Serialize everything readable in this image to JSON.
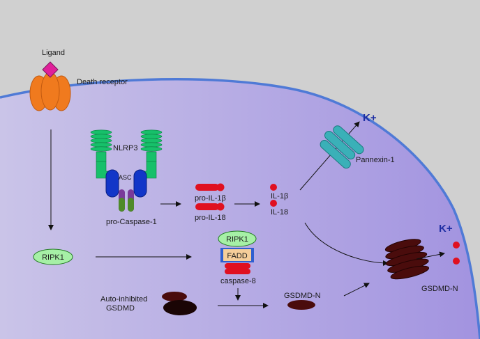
{
  "labels": {
    "ligand": "Ligand",
    "death_receptor": "Death receptor",
    "nlrp3": "NLRP3",
    "asc": "ASC",
    "pro_caspase1": "pro-Caspase-1",
    "pro_il1b": "pro-IL-1β",
    "pro_il18": "pro-IL-18",
    "il1b": "IL-1β",
    "il18": "IL-18",
    "pannexin1": "Pannexin-1",
    "k_plus_top": "K+",
    "k_plus_right": "K+",
    "ripk1_left": "RIPK1",
    "ripk1_complex": "RIPK1",
    "fadd": "FADD",
    "caspase8": "caspase-8",
    "auto_inhibited_line1": "Auto-inhibited",
    "auto_inhibited_line2": "GSDMD",
    "gsdmd_n_mid": "GSDMD-N",
    "gsdmd_n_pore": "GSDMD-N"
  },
  "colors": {
    "background": "#d0d0d0",
    "cell_light": "#c8c2e8",
    "cell_dark": "#a394e0",
    "membrane": "#4f7ad6",
    "receptor": "#f07a1e",
    "ligand": "#e0209a",
    "nlrp3": "#17c06a",
    "asc": "#1236c8",
    "il_red": "#e01020",
    "ripk1_fill": "#a6f0a6",
    "fadd_fill": "#f6ce9a",
    "gsdmd": "#4a0c0c",
    "pannexin": "#3ab0b8",
    "k_plus": "#1f2fa3"
  }
}
